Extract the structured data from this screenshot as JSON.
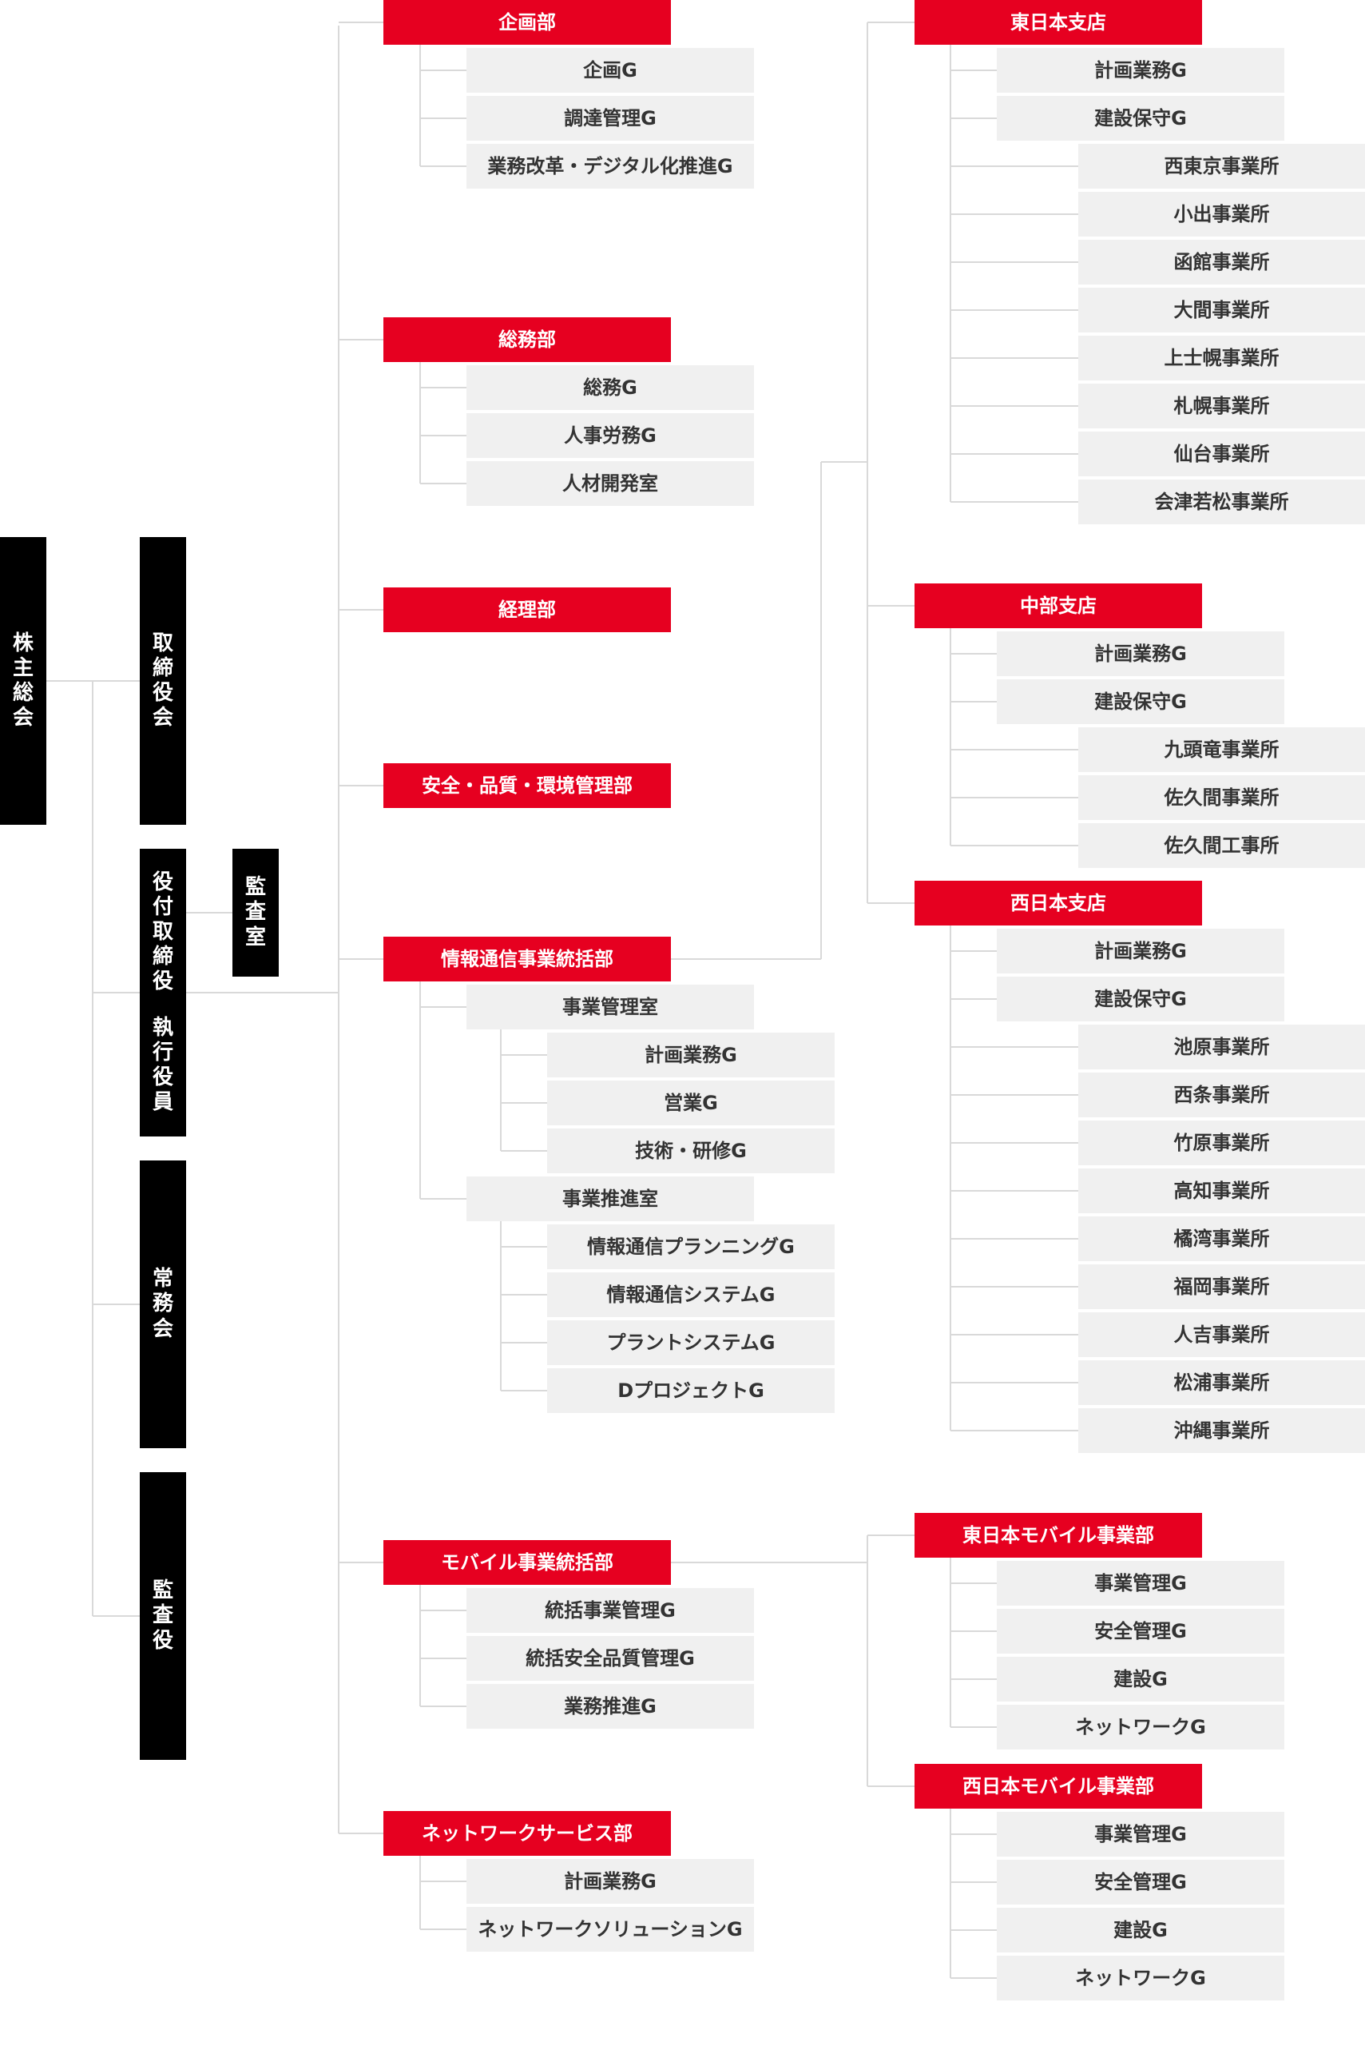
{
  "colors": {
    "dept": "#e60020",
    "unit": "#f0f0f0",
    "leader": "#000000",
    "line": "#d9d9d9"
  },
  "leadership": {
    "shareholders": "株主総会",
    "board": "取締役会",
    "executive_top": "役付取締役",
    "executive_bottom": "執行役員",
    "audit_office": "監査室",
    "managing_committee": "常務会",
    "auditor": "監査役"
  },
  "departments": [
    {
      "name": "企画部",
      "units": [
        {
          "name": "企画G"
        },
        {
          "name": "調達管理G"
        },
        {
          "name": "業務改革・デジタル化推進G"
        }
      ]
    },
    {
      "name": "総務部",
      "units": [
        {
          "name": "総務G"
        },
        {
          "name": "人事労務G"
        },
        {
          "name": "人材開発室"
        }
      ]
    },
    {
      "name": "経理部",
      "units": []
    },
    {
      "name": "安全・品質・環境管理部",
      "units": []
    },
    {
      "name": "情報通信事業統括部",
      "units": [
        {
          "name": "事業管理室",
          "units": [
            {
              "name": "計画業務G"
            },
            {
              "name": "営業G"
            },
            {
              "name": "技術・研修G"
            }
          ]
        },
        {
          "name": "事業推進室",
          "units": [
            {
              "name": "情報通信プランニングG"
            },
            {
              "name": "情報通信システムG"
            },
            {
              "name": "プラントシステムG"
            },
            {
              "name": "DプロジェクトG"
            }
          ]
        }
      ]
    },
    {
      "name": "モバイル事業統括部",
      "units": [
        {
          "name": "統括事業管理G"
        },
        {
          "name": "統括安全品質管理G"
        },
        {
          "name": "業務推進G"
        }
      ]
    },
    {
      "name": "ネットワークサービス部",
      "units": [
        {
          "name": "計画業務G"
        },
        {
          "name": "ネットワークソリューションG"
        }
      ]
    }
  ],
  "branches": [
    {
      "name": "東日本支店",
      "groups": [
        "計画業務G",
        "建設保守G"
      ],
      "offices": [
        "西東京事業所",
        "小出事業所",
        "函館事業所",
        "大間事業所",
        "上士幌事業所",
        "札幌事業所",
        "仙台事業所",
        "会津若松事業所"
      ]
    },
    {
      "name": "中部支店",
      "groups": [
        "計画業務G",
        "建設保守G"
      ],
      "offices": [
        "九頭竜事業所",
        "佐久間事業所",
        "佐久間工事所"
      ]
    },
    {
      "name": "西日本支店",
      "groups": [
        "計画業務G",
        "建設保守G"
      ],
      "offices": [
        "池原事業所",
        "西条事業所",
        "竹原事業所",
        "高知事業所",
        "橘湾事業所",
        "福岡事業所",
        "人吉事業所",
        "松浦事業所",
        "沖縄事業所"
      ]
    }
  ],
  "mobile_divisions": [
    {
      "name": "東日本モバイル事業部",
      "groups": [
        "事業管理G",
        "安全管理G",
        "建設G",
        "ネットワークG"
      ]
    },
    {
      "name": "西日本モバイル事業部",
      "groups": [
        "事業管理G",
        "安全管理G",
        "建設G",
        "ネットワークG"
      ]
    }
  ]
}
